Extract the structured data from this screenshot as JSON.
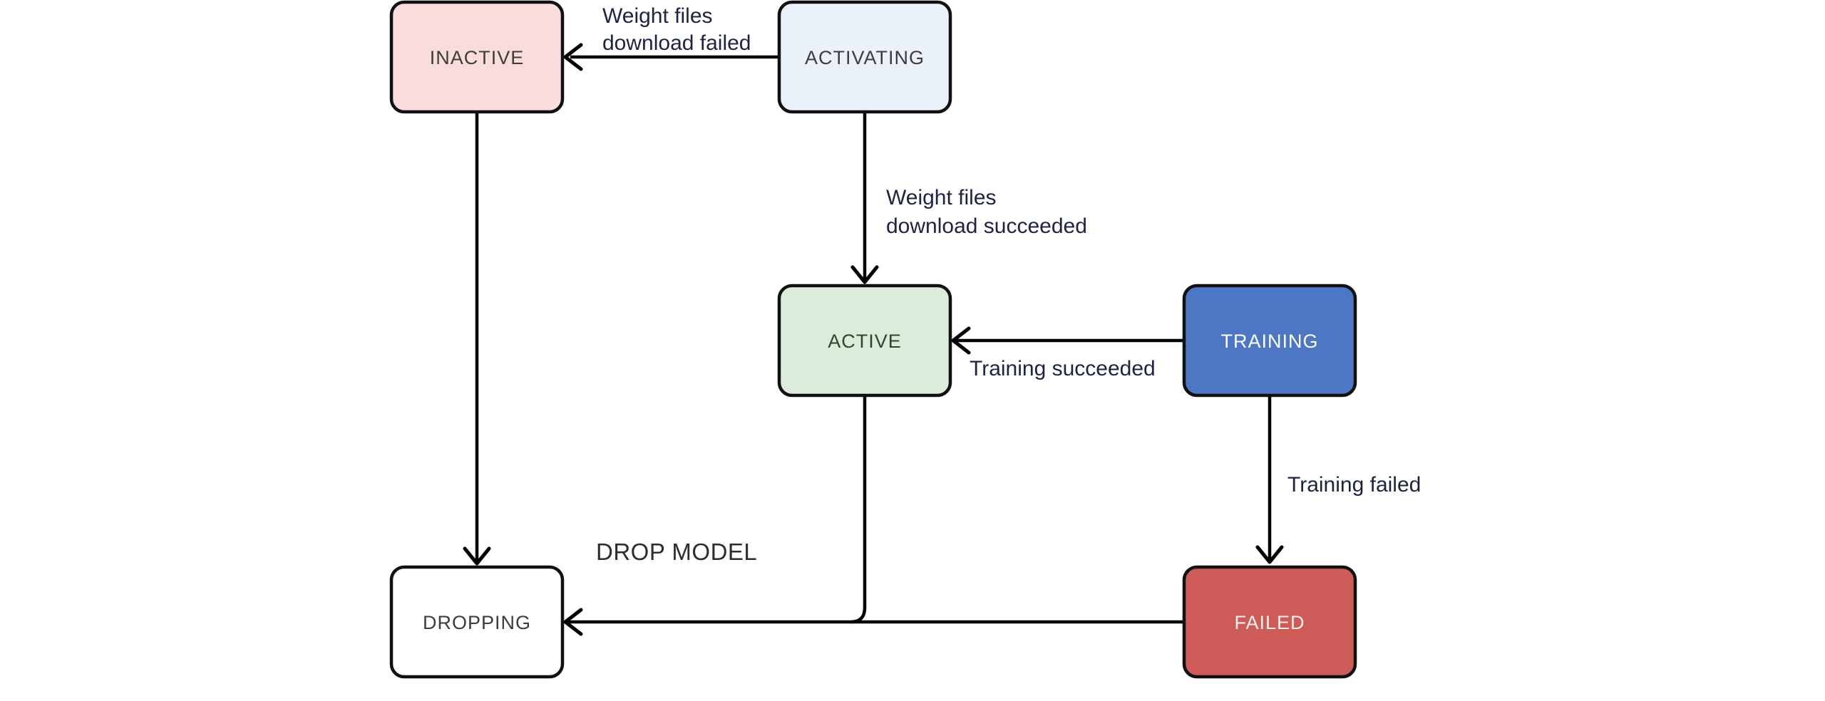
{
  "diagram": {
    "type": "state-diagram",
    "nodes": {
      "inactive": {
        "label": "INACTIVE",
        "fill": "#fbdcdc",
        "text_color": "#3d3d3d"
      },
      "activating": {
        "label": "ACTIVATING",
        "fill": "#ebf1fa",
        "text_color": "#3d3d3d"
      },
      "active": {
        "label": "ACTIVE",
        "fill": "#dbecdb",
        "text_color": "#36432f"
      },
      "training": {
        "label": "TRAINING",
        "fill": "#4d77c5",
        "text_color": "#ffffff"
      },
      "failed": {
        "label": "FAILED",
        "fill": "#cd5b57",
        "text_color": "#faf1ef"
      },
      "dropping": {
        "label": "DROPPING",
        "fill": "#ffffff",
        "text_color": "#3d3d3d"
      }
    },
    "edges": {
      "activating_to_inactive": {
        "label_line1": "Weight files",
        "label_line2": "download failed"
      },
      "activating_to_active": {
        "label_line1": "Weight files",
        "label_line2": "download succeeded"
      },
      "training_to_active": {
        "label": "Training succeeded"
      },
      "training_to_failed": {
        "label": "Training failed"
      },
      "active_to_dropping": {
        "label": "DROP MODEL"
      },
      "failed_to_dropping": {
        "label": ""
      },
      "inactive_to_dropping": {
        "label": ""
      }
    },
    "colors": {
      "line": "#000000",
      "node_border": "#111111",
      "edge_label": "#1f2342",
      "drop_model_label": "#2d2d2d",
      "background": "#ffffff"
    }
  }
}
